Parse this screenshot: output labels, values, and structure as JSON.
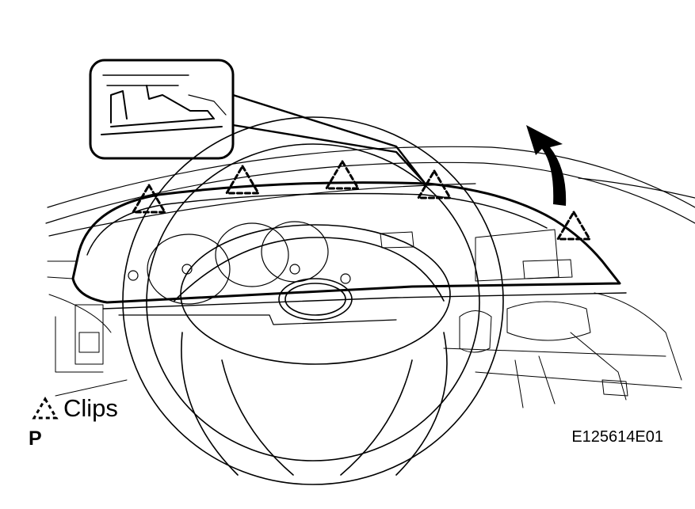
{
  "legend": {
    "icon": "dashed-triangle-clip-icon",
    "label": "Clips"
  },
  "view_letter": "P",
  "figure_code": "E125614E01",
  "colors": {
    "line": "#000000",
    "background": "#ffffff"
  },
  "clip_marker_count": 5,
  "callout_arrow": "lift-up-arrow"
}
